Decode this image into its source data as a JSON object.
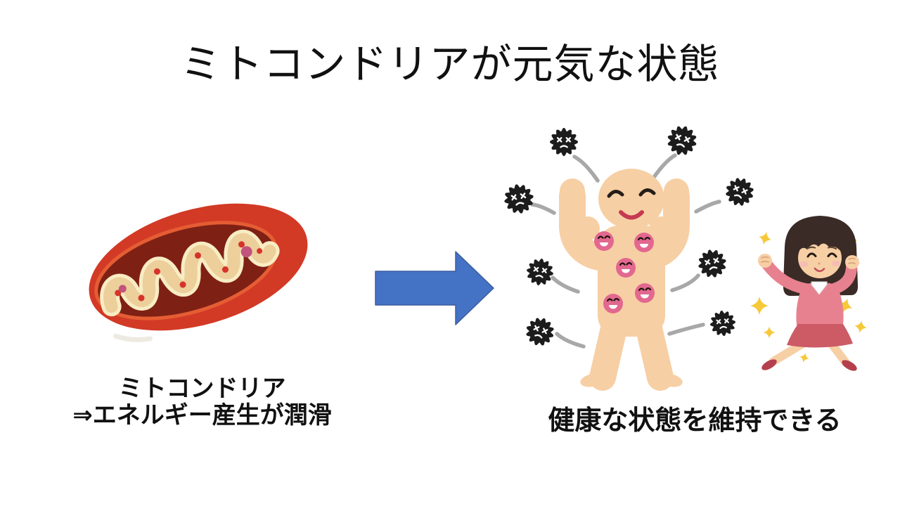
{
  "slide": {
    "title": "ミトコンドリアが元気な状態"
  },
  "left_caption": {
    "line1": "ミトコンドリア",
    "line2": "⇒エネルギー産生が潤滑"
  },
  "right_caption": {
    "text": "健康な状態を維持できる"
  },
  "illustrations": {
    "mitochondria": "red mitochondrion cross-section with cream winding cristae",
    "healthy_body": "flexing flesh-colored body with smiling immune cells repelling germs",
    "woman": "energetic woman in pink raising fists with sparkles",
    "germ_count": 8,
    "immune_cell_count": 5,
    "sparkle_count": 7
  },
  "icons": {
    "right-arrow-icon": "block-arrow-right",
    "germ-icon": "spiky-microbe-with-x-eyes",
    "immune-cell-icon": "pink-smiley-cell",
    "sparkle-icon": "four-point-star"
  },
  "palette": {
    "bg": "#ffffff",
    "ink": "#111111",
    "arrow_fill": "#4472c4",
    "arrow_edge": "#3d5e9e",
    "flesh": "#f7cfa4",
    "smile_red": "#c43a52",
    "cell_pink": "#e2688f",
    "germ_black": "#1c1c1c",
    "arc_gray": "#a8a8a8",
    "mito_outer": "#d23a26",
    "mito_inner": "#7f2014",
    "mito_rim": "#e55d33",
    "mito_crista_light": "#f8ecc3",
    "mito_crista_tan": "#eccf9b",
    "dot_red": "#d5342b",
    "dot_pink": "#c2537c",
    "hair_dark": "#3a2b27",
    "sweater_pink": "#e8818f",
    "skirt_red": "#cc5b66",
    "shoe_red": "#b5404d",
    "sparkle_yellow": "#f6c93a"
  }
}
